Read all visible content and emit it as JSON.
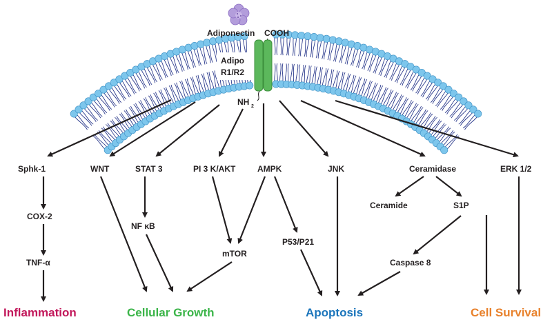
{
  "ligand": {
    "label": "Adiponectin",
    "cterm": "COOH"
  },
  "receptor": {
    "line1": "Adipo",
    "line2": "R1/R2",
    "nterm": "NH",
    "nterm_sub": "2"
  },
  "nodes": {
    "sphk1": "Sphk-1",
    "wnt": "WNT",
    "stat3": "STAT 3",
    "pi3k": "PI 3 K/AKT",
    "ampk": "AMPK",
    "jnk": "JNK",
    "ceramidase": "Ceramidase",
    "erk": "ERK 1/2",
    "cox2": "COX-2",
    "tnf": "TNF-α",
    "nfkb": "NF κB",
    "mtor": "mTOR",
    "p53": "P53/P21",
    "ceramide": "Ceramide",
    "s1p": "S1P",
    "caspase8": "Caspase 8"
  },
  "outcomes": {
    "inflammation": "Inflammation",
    "growth": "Cellular Growth",
    "apoptosis": "Apoptosis",
    "survival": "Cell Survival"
  },
  "colors": {
    "inflammation": "#c2185b",
    "growth": "#3cb54a",
    "apoptosis": "#1b75bb",
    "survival": "#e8812b",
    "lipid_head": "#7dc6ec",
    "lipid_tail": "#2b3a8c",
    "receptor": "#5cb85c",
    "ligand": "#b39ddb"
  }
}
